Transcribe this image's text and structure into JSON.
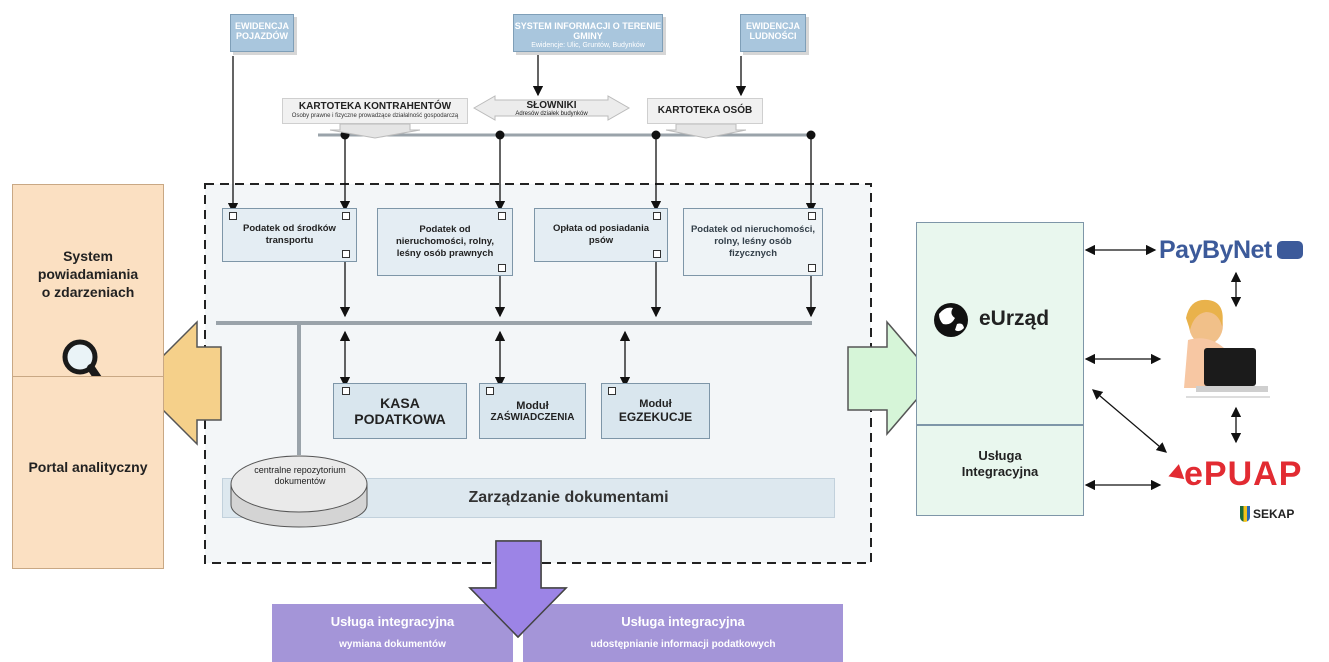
{
  "top_sources": {
    "ewidencja_pojazdow": "EWIDENCJA POJAZDÓW",
    "system_informacji": "SYSTEM INFORMACJI O TERENIE GMINY",
    "system_informacji_sub": "Ewidencje: Ulic, Gruntów, Budynków",
    "ewidencja_ludnosci": "EWIDENCJA LUDNOŚCI"
  },
  "kartoteki": {
    "kontrahentow": "KARTOTEKA KONTRAHENTÓW",
    "kontrahentow_sub": "Osoby prawne i fizyczne prowadzące działalność gospodarczą",
    "slowniki": "SŁOWNIKI",
    "slowniki_sub": "Adresów działek budynków",
    "osob": "KARTOTEKA OSÓB"
  },
  "modules": {
    "m1": "Podatek od środków transportu",
    "m2": "Podatek od nieruchomości, rolny, leśny osób prawnych",
    "m3": "Opłata od posiadania psów",
    "m4": "Podatek od nieruchomości, rolny, leśny osób fizycznych"
  },
  "lower_modules": {
    "kasa_line1": "KASA",
    "kasa_line2": "PODATKOWA",
    "zaswiadczenia_line1": "Moduł",
    "zaswiadczenia_line2": "ZAŚWIADCZENIA",
    "egzekucje_line1": "Moduł",
    "egzekucje_line2": "EGZEKUCJE"
  },
  "repository": "centralne repozytorium dokumentów",
  "document_management": "Zarządzanie dokumentami",
  "left_panel": {
    "system_line1": "System",
    "system_line2": "powiadamiania",
    "system_line3": "o zdarzeniach",
    "portal": "Portal analityczny"
  },
  "right_panel": {
    "eurzad": "eUrząd",
    "usluga_line1": "Usługa",
    "usluga_line2": "Integracyjna"
  },
  "logos": {
    "paybynet": "PayByNet",
    "epuap": "ePUAP",
    "sekap": "SEKAP"
  },
  "bottom": {
    "left_title": "Usługa integracyjna",
    "left_sub": "wymiana dokumentów",
    "right_title": "Usługa integracyjna",
    "right_sub": "udostępnianie informacji podatkowych"
  },
  "colors": {
    "module_fill": "#e4edf3",
    "left_panel": "#fbe0c2",
    "right_panel": "#e9f7ee",
    "left_arrow": "#f5d08a",
    "right_arrow": "#d6f5d8",
    "bottom_purple": "#a495d8",
    "top_source": "#a9c6dd"
  }
}
